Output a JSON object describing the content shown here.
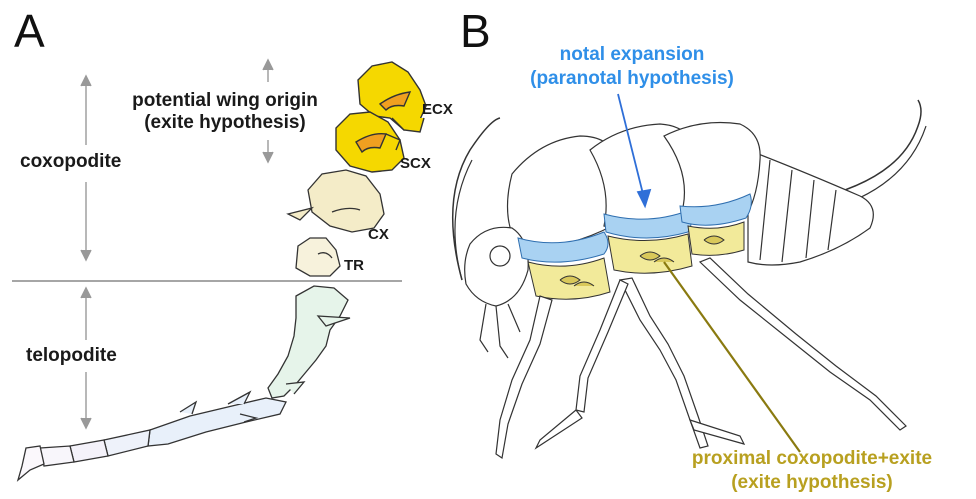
{
  "panelA": {
    "letter": "A",
    "wing_origin": {
      "line1": "potential wing origin",
      "line2": "(exite hypothesis)"
    },
    "coxopodite": "coxopodite",
    "telopodite": "telopodite",
    "segments": {
      "ecx": "ECX",
      "scx": "SCX",
      "cx": "CX",
      "tr": "TR"
    }
  },
  "panelB": {
    "letter": "B",
    "notal": {
      "line1": "notal expansion",
      "line2": "(paranotal hypothesis)",
      "color": "#2f8fe8"
    },
    "proximal": {
      "line1": "proximal coxopodite+exite",
      "line2": "(exite hypothesis)",
      "color": "#b8a020"
    }
  },
  "colors": {
    "exite_yellow": "#f5d800",
    "exite_orange": "#f0a020",
    "cx_cream": "#f4ecc8",
    "telopodite_green": "#e6f4ea",
    "tarsus_blue": "#e8f0fa",
    "notal_blue": "#a9d2f2",
    "pleural_yellow": "#f2ea9a",
    "divider_gray": "#888888"
  }
}
